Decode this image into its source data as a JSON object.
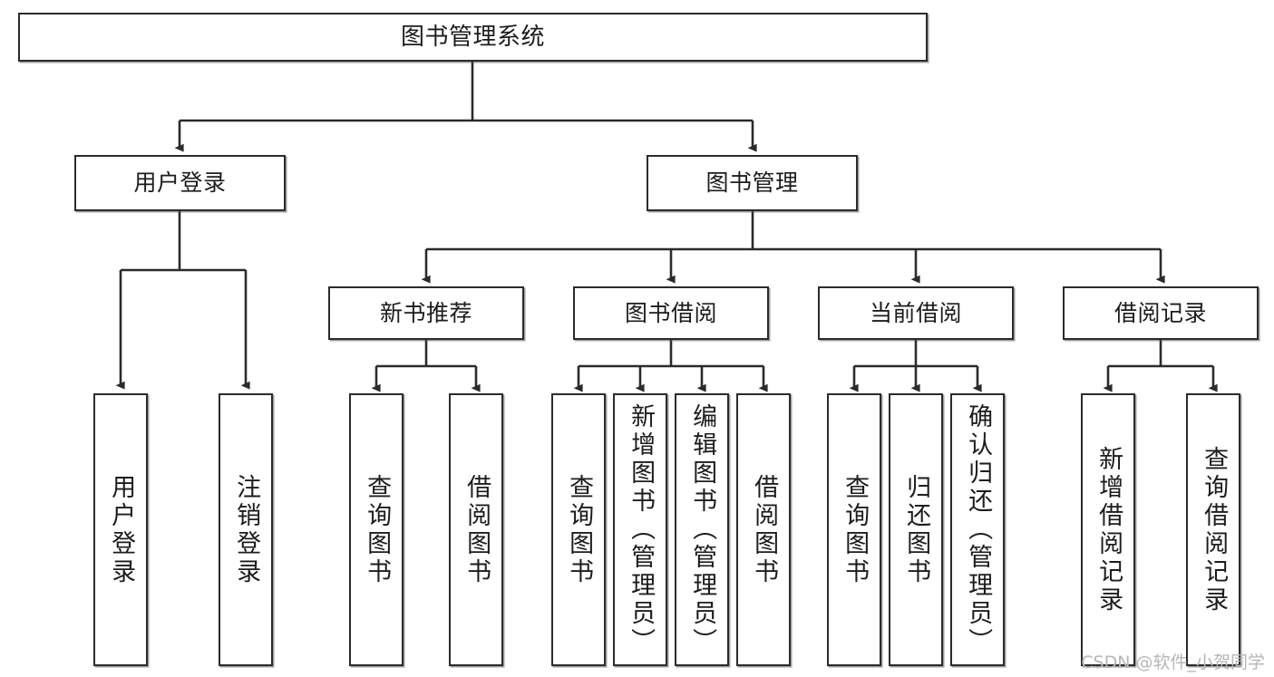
{
  "diagram": {
    "type": "tree-hierarchy",
    "title": "图书管理系统",
    "watermark": "CSDN @软件_小贺同学",
    "colors": {
      "box_border": "#2b2b2b",
      "box_fill": "#ffffff",
      "connector": "#2b2b2b",
      "text": "#1c1c1c",
      "watermark": "#b6b6b6",
      "background": "#ffffff"
    },
    "nodes": {
      "root": {
        "label": "图书管理系统"
      },
      "level2": [
        {
          "id": "user-login",
          "label": "用户登录"
        },
        {
          "id": "book-management",
          "label": "图书管理"
        }
      ],
      "level3": [
        {
          "id": "new-book-recommend",
          "label": "新书推荐"
        },
        {
          "id": "book-borrow",
          "label": "图书借阅"
        },
        {
          "id": "current-borrow",
          "label": "当前借阅"
        },
        {
          "id": "borrow-record",
          "label": "借阅记录"
        }
      ],
      "leaves": {
        "user-login": [
          {
            "id": "leaf-user-login",
            "label": "用户登录"
          },
          {
            "id": "leaf-logout-login",
            "label": "注销登录"
          }
        ],
        "new-book-recommend": [
          {
            "id": "leaf-query-book-1",
            "label": "查询图书"
          },
          {
            "id": "leaf-borrow-book-1",
            "label": "借阅图书"
          }
        ],
        "book-borrow": [
          {
            "id": "leaf-query-book-2",
            "label": "查询图书"
          },
          {
            "id": "leaf-add-book-admin",
            "label": "新增图书（管理员）"
          },
          {
            "id": "leaf-edit-book-admin",
            "label": "编辑图书（管理员）"
          },
          {
            "id": "leaf-borrow-book-2",
            "label": "借阅图书"
          }
        ],
        "current-borrow": [
          {
            "id": "leaf-query-book-3",
            "label": "查询图书"
          },
          {
            "id": "leaf-return-book",
            "label": "归还图书"
          },
          {
            "id": "leaf-confirm-return-admin",
            "label": "确认归还（管理员）"
          }
        ],
        "borrow-record": [
          {
            "id": "leaf-add-borrow-record",
            "label": "新增借阅记录"
          },
          {
            "id": "leaf-query-borrow-record",
            "label": "查询借阅记录"
          }
        ]
      }
    }
  }
}
